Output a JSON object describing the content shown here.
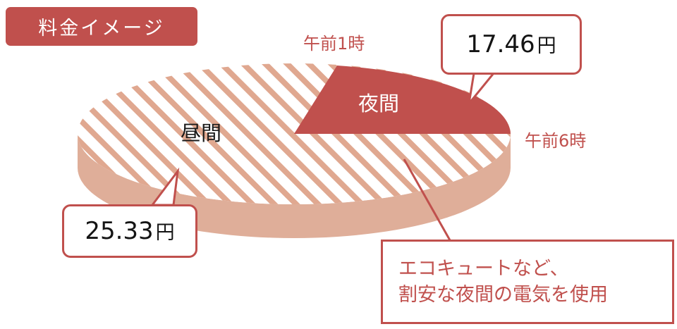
{
  "title_badge": {
    "label": "料金イメージ",
    "background": "#C0504D",
    "text_color": "#FFFFFF"
  },
  "colors": {
    "accent_red": "#C0504D",
    "night_slice": "#C0504D",
    "day_stripe": "#E0A890",
    "pie_side_wall": "#DFAE99",
    "day_slice_base": "#FFFFFF",
    "label_black": "#1A1A1A"
  },
  "slice_labels": {
    "day": "昼間",
    "night": "夜間"
  },
  "time_labels": {
    "start_night": "午前1時",
    "end_night": "午前6時"
  },
  "callouts": {
    "night_price": {
      "value": "17.46",
      "unit": "円"
    },
    "day_price": {
      "value": "25.33",
      "unit": "円"
    },
    "note": {
      "line1": "エコキュートなど、",
      "line2": "割安な夜間の電気を使用",
      "text": "エコキュートなど、\n割安な夜間の電気を使用"
    }
  },
  "chart_data": {
    "type": "pie",
    "title": "料金イメージ",
    "categories": [
      "夜間",
      "昼間"
    ],
    "values": [
      17.46,
      25.33
    ],
    "value_unit": "円",
    "labels": [
      "17.46円",
      "25.33円"
    ],
    "slice_colors": [
      "#C0504D",
      "#FFFFFF"
    ],
    "annotations": [
      "午前1時",
      "午前6時",
      "エコキュートなど、割安な夜間の電気を使用"
    ],
    "legend": "none",
    "grid": false,
    "style_3d": true,
    "night_span_hours": 5,
    "night_start_label": "午前1時",
    "night_end_label": "午前6時",
    "xlabel": "",
    "ylabel": ""
  }
}
